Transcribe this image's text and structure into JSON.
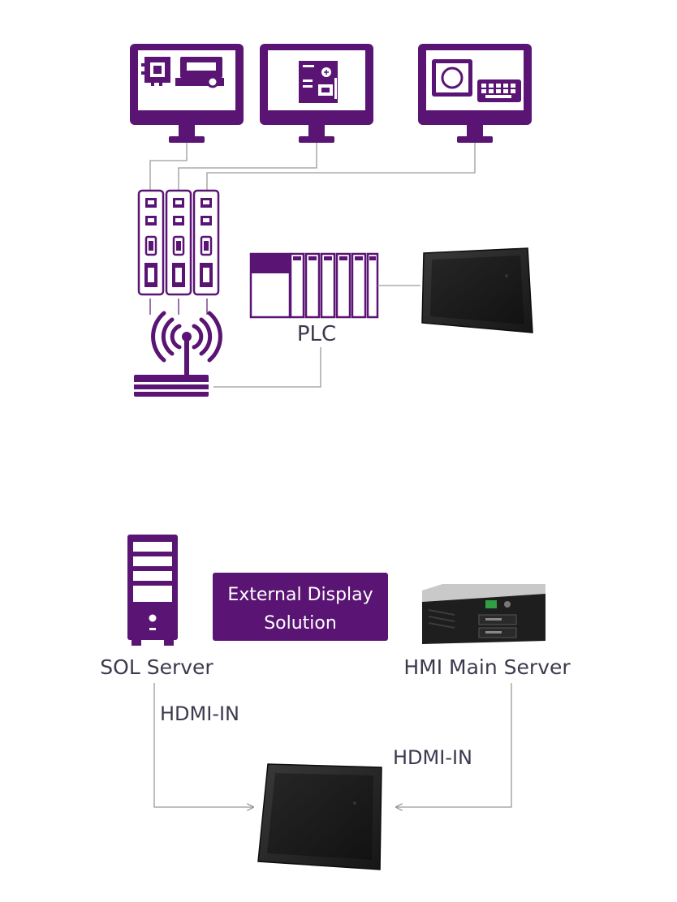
{
  "colors": {
    "purple": "#5a1474",
    "line": "#9a9a9a",
    "text": "#3b3a4e",
    "bezel": "#2a2a2a",
    "screen": "#1c1c1c"
  },
  "top_diagram": {
    "plc_label": "PLC",
    "monitors": [
      {
        "name": "monitor-motherboard-projector",
        "icons": [
          "motherboard-icon",
          "projector-icon"
        ]
      },
      {
        "name": "monitor-embedded-board",
        "icons": [
          "embedded-board-icon"
        ]
      },
      {
        "name": "monitor-display-keyboard",
        "icons": [
          "display-icon",
          "keyboard-icon"
        ]
      }
    ]
  },
  "bottom_diagram": {
    "sol_server_label": "SOL Server",
    "hmi_server_label": "HMI Main Server",
    "solution_box": {
      "line1": "External Display",
      "line2": "Solution"
    },
    "hdmi_left": "HDMI-IN",
    "hdmi_right": "HDMI-IN"
  }
}
